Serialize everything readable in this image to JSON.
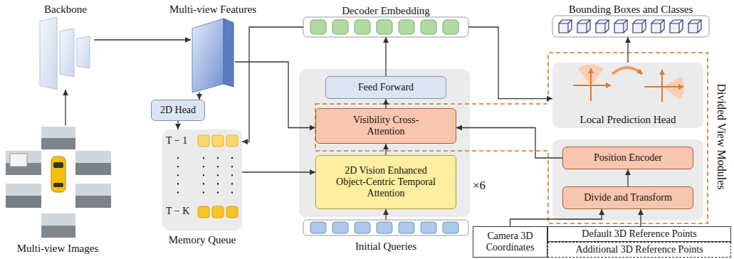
{
  "diagram": {
    "nodes": [
      {
        "text": [
          "Backbone"
        ]
      },
      {
        "text": [
          "Multi-view Features"
        ]
      },
      {
        "text": [
          "Decoder Embedding"
        ]
      },
      {
        "text": [
          "Bounding Boxes and Classes"
        ]
      },
      {
        "text": [
          "2D Head"
        ]
      },
      {
        "text": [
          "Feed Forward"
        ]
      },
      {
        "text": [
          "Visibility Cross-Attention"
        ]
      },
      {
        "text": [
          "Local Prediction Head"
        ]
      },
      {
        "text": [
          "Memory Queue"
        ]
      },
      {
        "text": [
          "Position Encoder"
        ]
      },
      {
        "text": [
          "2D Vision Enhanced Object-Centric Temporal Attention"
        ]
      },
      {
        "text": [
          "Divide and Transform"
        ]
      },
      {
        "text": [
          "Multi-view Images"
        ]
      },
      {
        "text": [
          "Initial Queries"
        ]
      },
      {
        "text": [
          "Camera 3D Coordinates"
        ]
      },
      {
        "text": [
          "Default 3D Reference Points"
        ]
      },
      {
        "text": [
          "Additional 3D Reference Points"
        ]
      }
    ],
    "edges": [
      {
        "from": 12,
        "to": 0,
        "arrow": "to"
      },
      {
        "from": 0,
        "to": 1,
        "arrow": "to"
      },
      {
        "from": 1,
        "to": 4,
        "arrow": "to"
      },
      {
        "from": 4,
        "to": 8,
        "arrow": "to"
      },
      {
        "from": 1,
        "to": 6,
        "arrow": "to"
      },
      {
        "from": 2,
        "to": 8,
        "arrow": "to"
      },
      {
        "from": 8,
        "to": 10,
        "arrow": "to"
      },
      {
        "from": 13,
        "to": 10,
        "arrow": "to"
      },
      {
        "from": 10,
        "to": 6,
        "arrow": "to"
      },
      {
        "from": 6,
        "to": 5,
        "arrow": "to"
      },
      {
        "from": 5,
        "to": 2,
        "arrow": "to"
      },
      {
        "from": 2,
        "to": 7,
        "arrow": "to"
      },
      {
        "from": 7,
        "to": 3,
        "arrow": "to"
      },
      {
        "from": 11,
        "to": 9,
        "arrow": "to"
      },
      {
        "from": 9,
        "to": 6,
        "arrow": "to"
      },
      {
        "from": 14,
        "to": 11,
        "arrow": "to"
      },
      {
        "from": 15,
        "to": 11,
        "arrow": "to"
      }
    ],
    "labels": [
      "T − 1",
      "T − K",
      "×6",
      "Divided View Modules"
    ]
  }
}
